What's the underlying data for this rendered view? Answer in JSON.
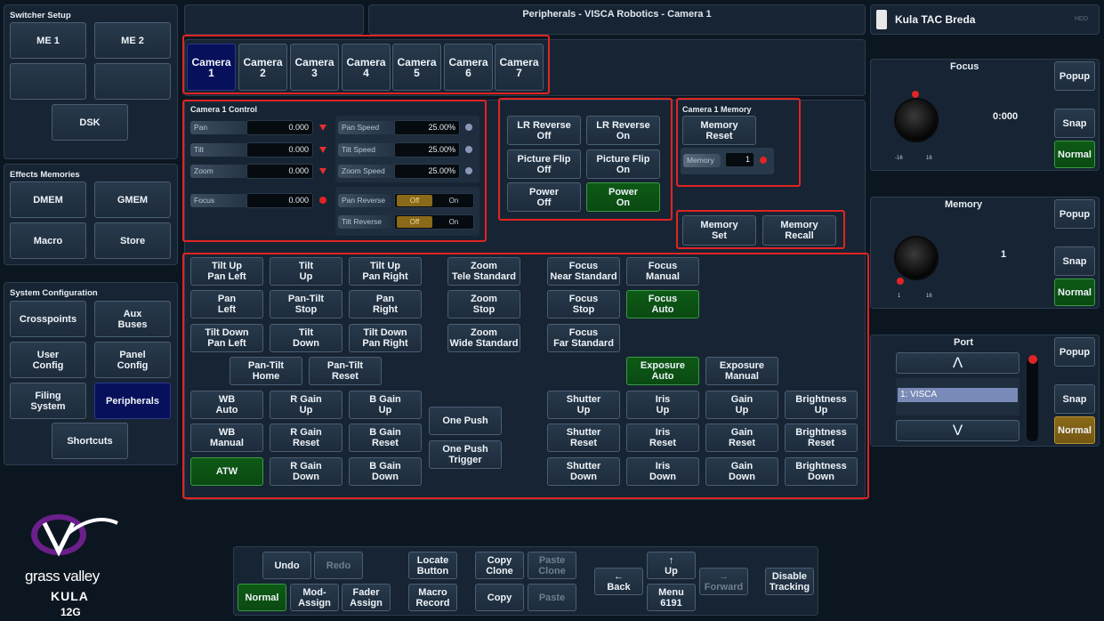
{
  "header": {
    "title": "Peripherals - VISCA Robotics - Camera 1"
  },
  "device": {
    "name": "Kula TAC Breda",
    "storage": "HDD"
  },
  "switcher_setup": {
    "title": "Switcher Setup",
    "me1": "ME 1",
    "me2": "ME 2",
    "dsk": "DSK"
  },
  "effects_memories": {
    "title": "Effects Memories",
    "dmem": "DMEM",
    "gmem": "GMEM",
    "macro": "Macro",
    "store": "Store"
  },
  "system_config": {
    "title": "System Configuration",
    "crosspoints": "Crosspoints",
    "aux_buses": "Aux\nBuses",
    "user_config": "User\nConfig",
    "panel_config": "Panel\nConfig",
    "filing_system": "Filing\nSystem",
    "peripherals": "Peripherals",
    "shortcuts": "Shortcuts"
  },
  "cameras": [
    "Camera\n1",
    "Camera\n2",
    "Camera\n3",
    "Camera\n4",
    "Camera\n5",
    "Camera\n6",
    "Camera\n7"
  ],
  "camera_control": {
    "title": "Camera 1 Control",
    "pan_label": "Pan",
    "pan_value": "0.000",
    "tilt_label": "Tilt",
    "tilt_value": "0.000",
    "zoom_label": "Zoom",
    "zoom_value": "0.000",
    "focus_label": "Focus",
    "focus_value": "0.000",
    "pan_speed_label": "Pan Speed",
    "pan_speed_value": "25.00%",
    "tilt_speed_label": "Tilt Speed",
    "tilt_speed_value": "25.00%",
    "zoom_speed_label": "Zoom Speed",
    "zoom_speed_value": "25.00%",
    "pan_reverse_label": "Pan Reverse",
    "tilt_reverse_label": "Tilt Reverse",
    "off": "Off",
    "on": "On"
  },
  "orientation": {
    "lr_reverse_off": "LR Reverse\nOff",
    "lr_reverse_on": "LR Reverse\nOn",
    "picture_flip_off": "Picture Flip\nOff",
    "picture_flip_on": "Picture Flip\nOn",
    "power_off": "Power\nOff",
    "power_on": "Power\nOn"
  },
  "memory_panel": {
    "title": "Camera 1 Memory",
    "reset": "Memory\nReset",
    "memory_label": "Memory",
    "memory_value": "1",
    "set": "Memory\nSet",
    "recall": "Memory\nRecall"
  },
  "ptz": {
    "tilt_up_pan_left": "Tilt Up\nPan Left",
    "tilt_up": "Tilt\nUp",
    "tilt_up_pan_right": "Tilt Up\nPan Right",
    "pan_left": "Pan\nLeft",
    "pan_tilt_stop": "Pan-Tilt\nStop",
    "pan_right": "Pan\nRight",
    "tilt_down_pan_left": "Tilt Down\nPan Left",
    "tilt_down": "Tilt\nDown",
    "tilt_down_pan_right": "Tilt Down\nPan Right",
    "pan_tilt_home": "Pan-Tilt\nHome",
    "pan_tilt_reset": "Pan-Tilt\nReset",
    "zoom_tele": "Zoom\nTele Standard",
    "zoom_stop": "Zoom\nStop",
    "zoom_wide": "Zoom\nWide Standard",
    "focus_near": "Focus\nNear Standard",
    "focus_manual": "Focus\nManual",
    "focus_stop": "Focus\nStop",
    "focus_auto": "Focus\nAuto",
    "focus_far": "Focus\nFar Standard"
  },
  "white_balance": {
    "wb_auto": "WB\nAuto",
    "wb_manual": "WB\nManual",
    "atw": "ATW",
    "r_gain_up": "R Gain\nUp",
    "r_gain_reset": "R Gain\nReset",
    "r_gain_down": "R Gain\nDown",
    "b_gain_up": "B Gain\nUp",
    "b_gain_reset": "B Gain\nReset",
    "b_gain_down": "B Gain\nDown",
    "one_push": "One Push",
    "one_push_trigger": "One Push\nTrigger"
  },
  "exposure": {
    "exposure_auto": "Exposure\nAuto",
    "exposure_manual": "Exposure\nManual",
    "shutter_up": "Shutter\nUp",
    "shutter_reset": "Shutter\nReset",
    "shutter_down": "Shutter\nDown",
    "iris_up": "Iris\nUp",
    "iris_reset": "Iris\nReset",
    "iris_down": "Iris\nDown",
    "gain_up": "Gain\nUp",
    "gain_reset": "Gain\nReset",
    "gain_down": "Gain\nDown",
    "brightness_up": "Brightness\nUp",
    "brightness_reset": "Brightness\nReset",
    "brightness_down": "Brightness\nDown"
  },
  "focus_knob": {
    "title": "Focus",
    "value": "0:000",
    "min": "-16",
    "max": "16",
    "popup": "Popup",
    "snap": "Snap",
    "mode": "Normal"
  },
  "memory_knob": {
    "title": "Memory",
    "value": "1",
    "min": "1",
    "max": "16",
    "popup": "Popup",
    "snap": "Snap",
    "mode": "Normal"
  },
  "port": {
    "title": "Port",
    "up": "Λ",
    "down": "V",
    "selected": "1: VISCA",
    "popup": "Popup",
    "snap": "Snap",
    "mode": "Normal"
  },
  "brand": {
    "line1": "grass valley",
    "line2": "KULA",
    "line3": "12G"
  },
  "toolbar": {
    "undo": "Undo",
    "redo": "Redo",
    "normal": "Normal",
    "mod_assign": "Mod-\nAssign",
    "fader_assign": "Fader\nAssign",
    "locate_button": "Locate\nButton",
    "macro_record": "Macro\nRecord",
    "copy_clone": "Copy\nClone",
    "paste_clone": "Paste\nClone",
    "copy": "Copy",
    "paste": "Paste",
    "back": "←\nBack",
    "up": "↑\nUp",
    "forward": "→\nForward",
    "menu": "Menu\n6191",
    "disable_tracking": "Disable\nTracking"
  },
  "colors": {
    "highlight": "#e02424",
    "active_green": "#0e5a16",
    "selected_navy": "#07105a",
    "gold": "#8a6a18",
    "background": "#0c1620"
  }
}
